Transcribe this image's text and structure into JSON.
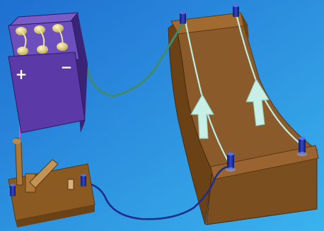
{
  "scene": {
    "background_top": "#1f6fd0",
    "background_bottom": "#3ab3ee"
  },
  "battery": {
    "positive_symbol": "+",
    "negative_symbol": "−",
    "case_color": "#5b3aa8",
    "top_color": "#7a5cc8"
  },
  "switch": {
    "base_color": "#8a5a22",
    "state": "open"
  },
  "rails": {
    "board_color": "#8a5a2a",
    "arrow_color": "#c7efe6",
    "arrow_direction": "up",
    "arrow_count": 2
  },
  "wires": {
    "green_color": "#3f8a6e",
    "blue_color": "#1e2f8a",
    "rail_color": "#bfeee0"
  }
}
